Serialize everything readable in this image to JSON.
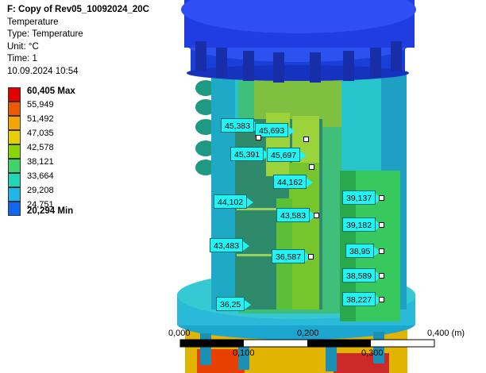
{
  "result": {
    "title": "F: Copy of Rev05_10092024_20C",
    "kind": "Temperature",
    "type_line": "Type: Temperature",
    "unit_line": "Unit: °C",
    "time_line": "Time: 1",
    "date_line": "10.09.2024 10:54"
  },
  "legend": {
    "max_label": "60,405 Max",
    "min_label": "20,294 Min",
    "levels": [
      "55,949",
      "51,492",
      "47,035",
      "42,578",
      "38,121",
      "33,664",
      "29,208",
      "24,751"
    ],
    "colors": [
      "#e40000",
      "#ef5a00",
      "#f3a600",
      "#e8d000",
      "#8ad700",
      "#3fd46a",
      "#21d6b5",
      "#1fb7e8",
      "#1167f0"
    ]
  },
  "probes": [
    {
      "value": "45,383"
    },
    {
      "value": "45,693"
    },
    {
      "value": "45,391"
    },
    {
      "value": "45,697"
    },
    {
      "value": "44,162"
    },
    {
      "value": "44,102"
    },
    {
      "value": "43,583"
    },
    {
      "value": "43,483"
    },
    {
      "value": "36,587"
    },
    {
      "value": "36,25"
    },
    {
      "value": "39,137"
    },
    {
      "value": "39,182"
    },
    {
      "value": "38,95"
    },
    {
      "value": "38,589"
    },
    {
      "value": "38,227"
    }
  ],
  "scale": {
    "labels_top": [
      "0,000",
      "0,200",
      "0,400 (m)"
    ],
    "labels_bottom": [
      "0,100",
      "0,300"
    ]
  }
}
